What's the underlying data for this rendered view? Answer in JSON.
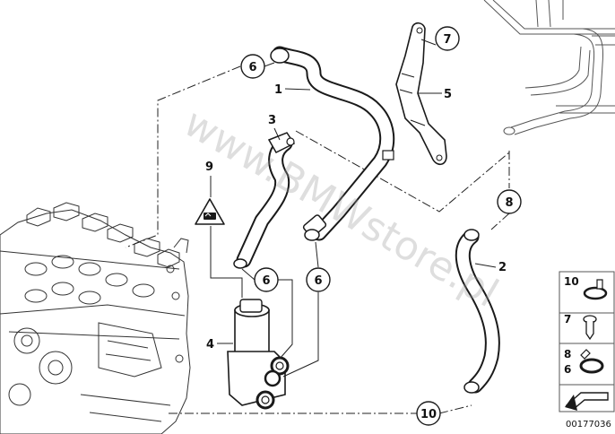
{
  "watermark": "www.BMWstore.pl",
  "diagram_code": "00177036",
  "callouts": [
    {
      "label": "6"
    },
    {
      "label": "7"
    },
    {
      "label": "6"
    },
    {
      "label": "6"
    },
    {
      "label": "8"
    },
    {
      "label": "10"
    }
  ],
  "plain_labels": [
    {
      "label": "1"
    },
    {
      "label": "3"
    },
    {
      "label": "5"
    },
    {
      "label": "9"
    },
    {
      "label": "2"
    },
    {
      "label": "4"
    }
  ],
  "legend": [
    {
      "label": "10"
    },
    {
      "label": "7"
    },
    {
      "label": "8"
    },
    {
      "label": "6"
    }
  ]
}
